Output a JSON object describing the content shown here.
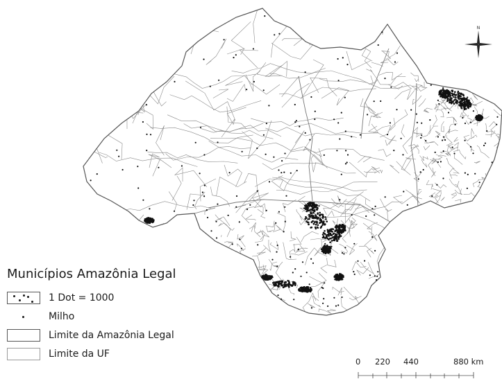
{
  "map": {
    "colors": {
      "boundary": "#8a8a8a",
      "outer": "#555555",
      "dot": "#111111",
      "background": "#ffffff"
    }
  },
  "compass": {
    "north_label": "N",
    "icon": "compass-rose-icon"
  },
  "legend": {
    "title": "Municípios Amazônia Legal",
    "dot_density_label": "1 Dot = 1000",
    "milho_label": "Milho",
    "amazonia_limit_label": "Limite da Amazônia Legal",
    "uf_limit_label": "Limite da UF"
  },
  "scale_bar": {
    "labels": [
      "0",
      "220",
      "440",
      "880 km"
    ]
  }
}
